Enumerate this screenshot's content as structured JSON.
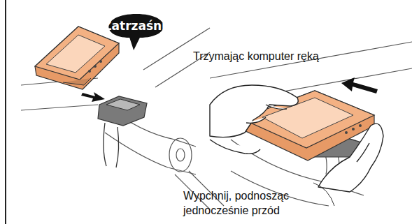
{
  "diagram": {
    "nodes": [
      {
        "text": [
          "Zatrzaśnij"
        ]
      }
    ],
    "labels": [
      "Trzymając komputer ręką",
      "Wypchnij, podnosząc jednocześnie przód"
    ]
  }
}
